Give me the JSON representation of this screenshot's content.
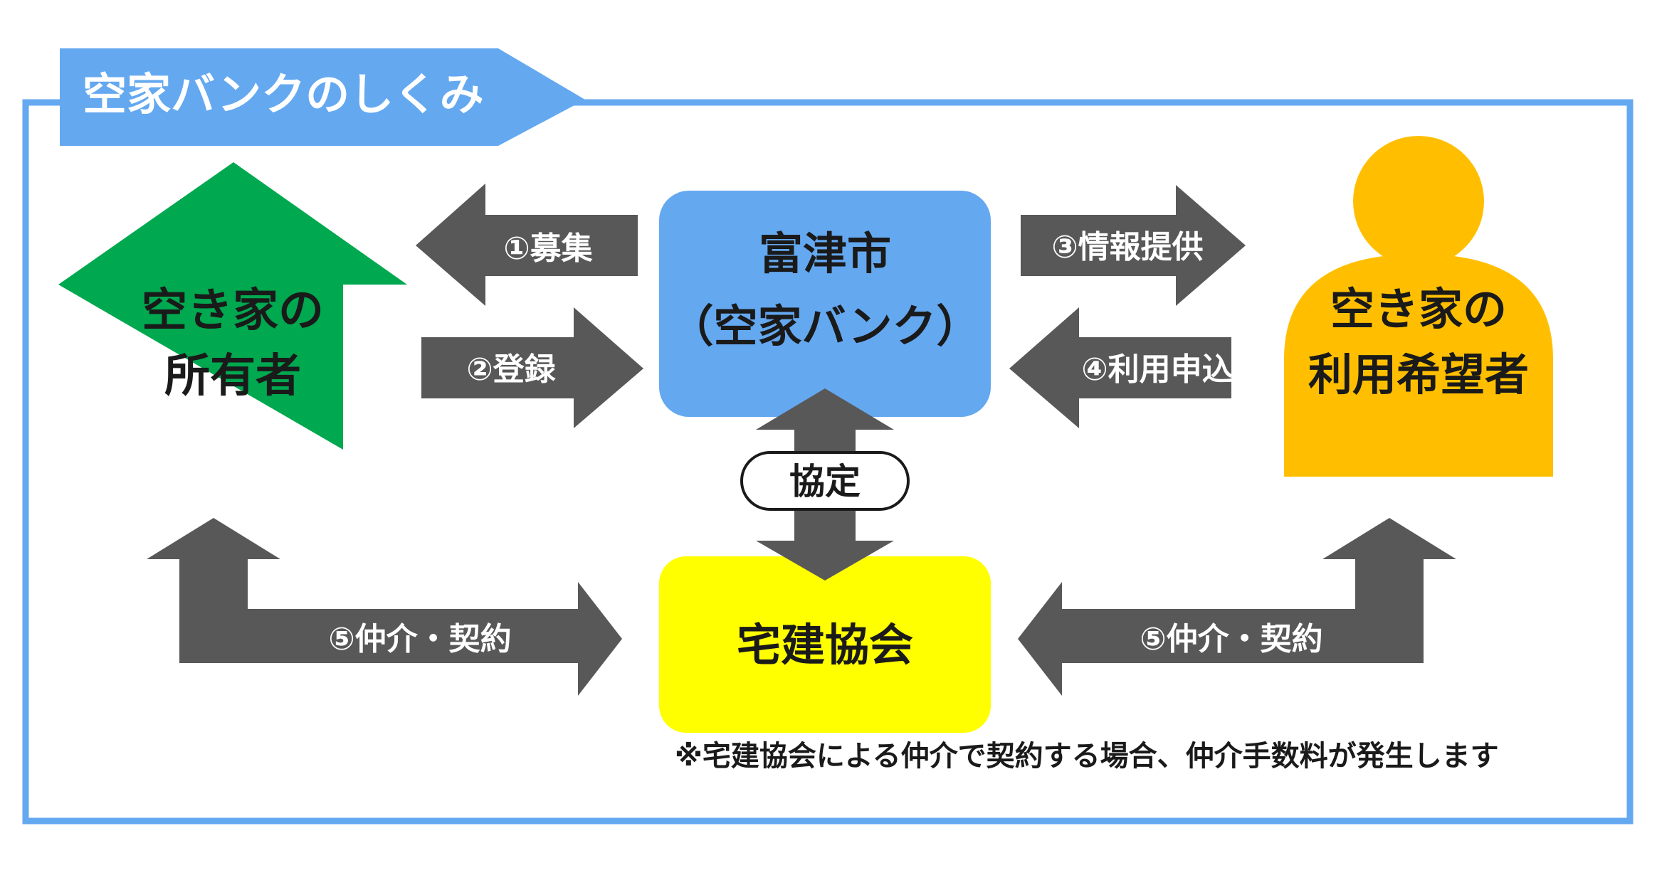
{
  "title": "空家バンクのしくみ",
  "owner": {
    "line1": "空き家の",
    "line2": "所有者"
  },
  "city": {
    "line1": "富津市",
    "line2": "（空家バンク）"
  },
  "user": {
    "line1": "空き家の",
    "line2": "利用希望者"
  },
  "association": {
    "label": "宅建協会"
  },
  "agreement": {
    "label": "協定"
  },
  "arrows": {
    "recruit": "①募集",
    "register": "②登録",
    "info": "③情報提供",
    "apply": "④利用申込",
    "contract_left": "⑤仲介・契約",
    "contract_right": "⑤仲介・契約"
  },
  "note": "※宅建協会による仲介で契約する場合、仲介手数料が発生します",
  "colors": {
    "frame": "#64a8f0",
    "title_bg": "#64a8f0",
    "owner": "#00a84f",
    "city": "#64a8f0",
    "user": "#ffbf00",
    "association": "#ffff00",
    "arrow": "#585858"
  }
}
